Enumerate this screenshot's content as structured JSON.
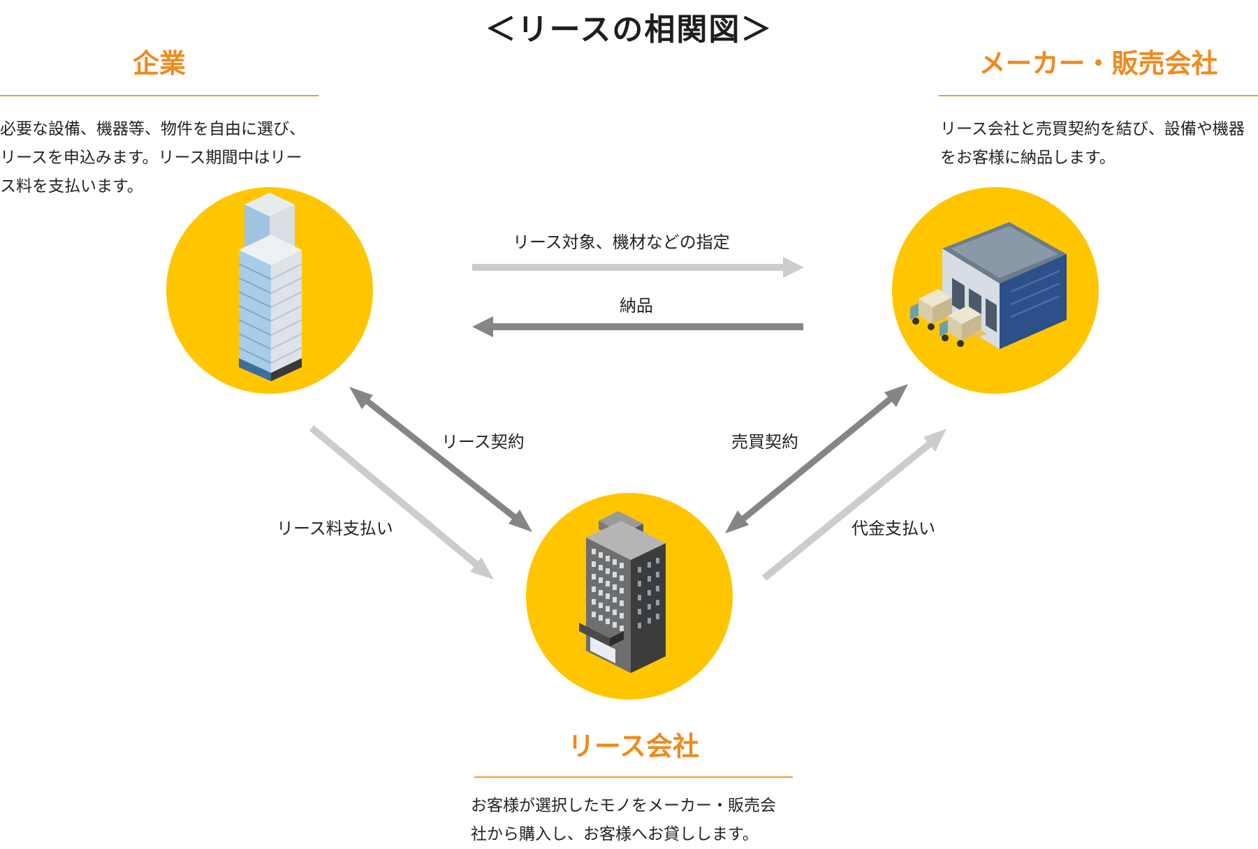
{
  "title": "＜リースの相関図＞",
  "colors": {
    "accent": "#f08a1c",
    "circle": "#ffc600",
    "rule": "#f39a2e",
    "arrow_light": "#cccccc",
    "arrow_dark": "#858585"
  },
  "company": {
    "name": "企業",
    "description": [
      "必要な設備、機器等、物件を自由に選び、",
      "リースを申込みます。リース期間中はリー",
      "ス料を支払います。"
    ],
    "icon": "office-tower-icon"
  },
  "maker": {
    "name": "メーカー・販売会社",
    "description": [
      "リース会社と売買契約を結び、設備や機器",
      "をお客様に納品します。"
    ],
    "icon": "factory-trucks-icon"
  },
  "lease_company": {
    "name": "リース会社",
    "description": [
      "お客様が選択したモノをメーカー・販売会",
      "社から購入し、お客様へお貸しします。"
    ],
    "icon": "office-building-icon"
  },
  "flows": {
    "designation": "リース対象、機材などの指定",
    "delivery": "納品",
    "lease_contract": "リース契約",
    "lease_payment": "リース料支払い",
    "sales_contract": "売買契約",
    "price_payment": "代金支払い"
  }
}
